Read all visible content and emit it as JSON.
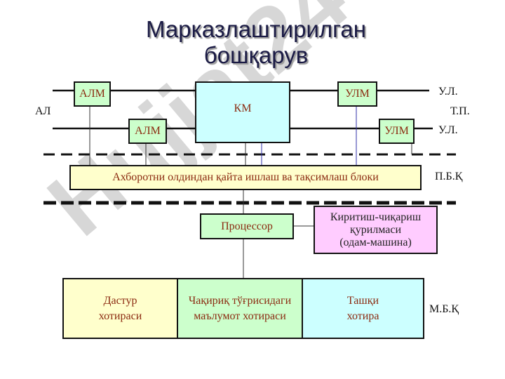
{
  "title": {
    "line1": "Марказлаштирилган",
    "line2": "бошқарув"
  },
  "watermark": "Hujjat24",
  "diagram": {
    "alm1": "АЛМ",
    "alm2": "АЛМ",
    "km": "КМ",
    "ulm1": "УЛМ",
    "ulm2": "УЛМ",
    "label_al": "АЛ",
    "label_ul_top": "У.Л.",
    "label_tp": "Т.П.",
    "label_ul_bottom": "У.Л.",
    "preprocess_block": "Ахборотни олдиндан қайта ишлаш ва тақсимлаш блоки",
    "label_pbq": "П.Б.Қ",
    "processor": "Процессор",
    "io_device": {
      "line1": "Киритиш-чиқариш",
      "line2": "қурилмаси",
      "line3": "(одам-машина)"
    },
    "memory": [
      {
        "line1": "Дастур",
        "line2": "хотираси"
      },
      {
        "line1": "Чақириқ тўғрисидаги",
        "line2": "маълумот хотираси"
      },
      {
        "line1": "Ташқи",
        "line2": "хотира"
      }
    ],
    "label_mbq": "М.Б.Қ"
  }
}
